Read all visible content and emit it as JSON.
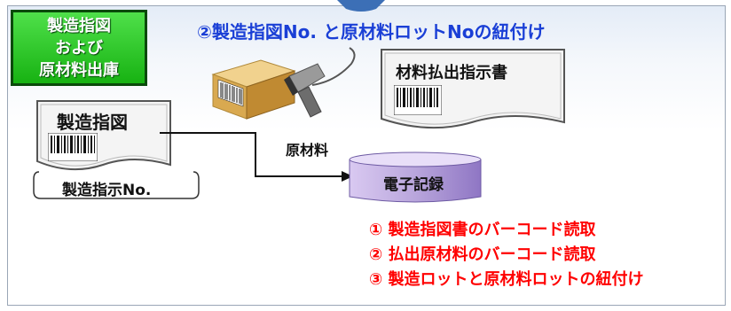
{
  "header": {
    "step_box_lines": [
      "製造指図",
      "および",
      "原材料出庫"
    ],
    "title": "②製造指図No. と原材料ロットNoの紐付け"
  },
  "documents": {
    "manufacturing_order": "製造指図",
    "manufacturing_order_no": "製造指示No.",
    "material_issue_form": "材料払出指示書"
  },
  "labels": {
    "raw_material": "原材料",
    "electronic_record": "電子記録"
  },
  "steps": [
    "① 製造指図書のバーコード読取",
    "② 払出原材料のバーコード読取",
    "③ 製造ロットと原材料ロットの紐付け"
  ],
  "colors": {
    "title_blue": "#1a3fd6",
    "step_red": "#ff0000",
    "green_box": "#17b212",
    "db_purple": "#b9a6dc"
  }
}
